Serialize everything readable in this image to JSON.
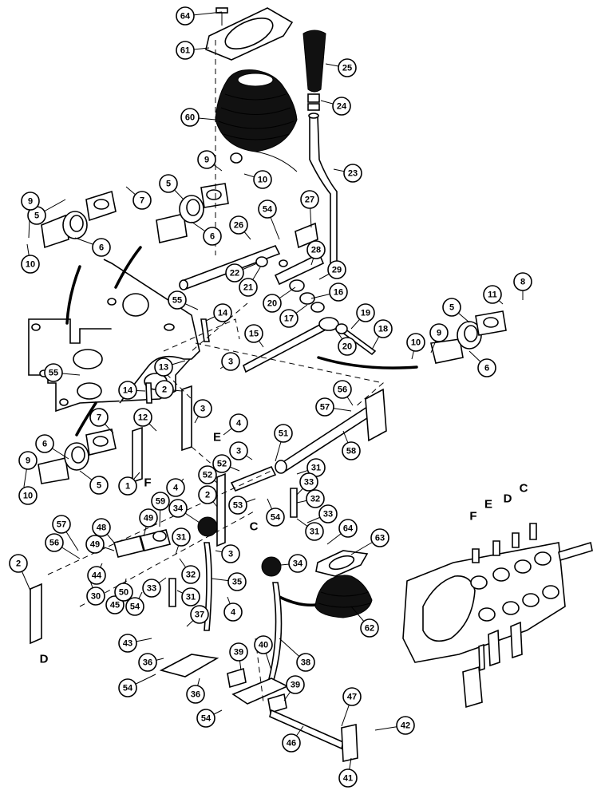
{
  "diagram": {
    "callouts": [
      "64",
      "61",
      "25",
      "24",
      "60",
      "9",
      "10",
      "23",
      "27",
      "5",
      "7",
      "9",
      "10",
      "6",
      "5",
      "6",
      "26",
      "54",
      "28",
      "22",
      "21",
      "29",
      "20",
      "16",
      "17",
      "8",
      "11",
      "55",
      "14",
      "19",
      "18",
      "5",
      "15",
      "20",
      "9",
      "10",
      "6",
      "13",
      "3",
      "55",
      "14",
      "2",
      "56",
      "57",
      "7",
      "12",
      "3",
      "4",
      "3",
      "51",
      "52",
      "58",
      "6",
      "1",
      "9",
      "10",
      "5",
      "4",
      "52",
      "2",
      "31",
      "33",
      "53",
      "54",
      "32",
      "59",
      "34",
      "33",
      "31",
      "64",
      "57",
      "48",
      "49",
      "56",
      "49",
      "31",
      "63",
      "34",
      "2",
      "44",
      "30",
      "45",
      "50",
      "54",
      "33",
      "32",
      "31",
      "35",
      "3",
      "4",
      "37",
      "43",
      "62",
      "36",
      "39",
      "40",
      "38",
      "54",
      "36",
      "39",
      "54",
      "47",
      "46",
      "42",
      "41"
    ],
    "letters": [
      "E",
      "F",
      "C",
      "D",
      "F",
      "E",
      "D",
      "C"
    ]
  }
}
